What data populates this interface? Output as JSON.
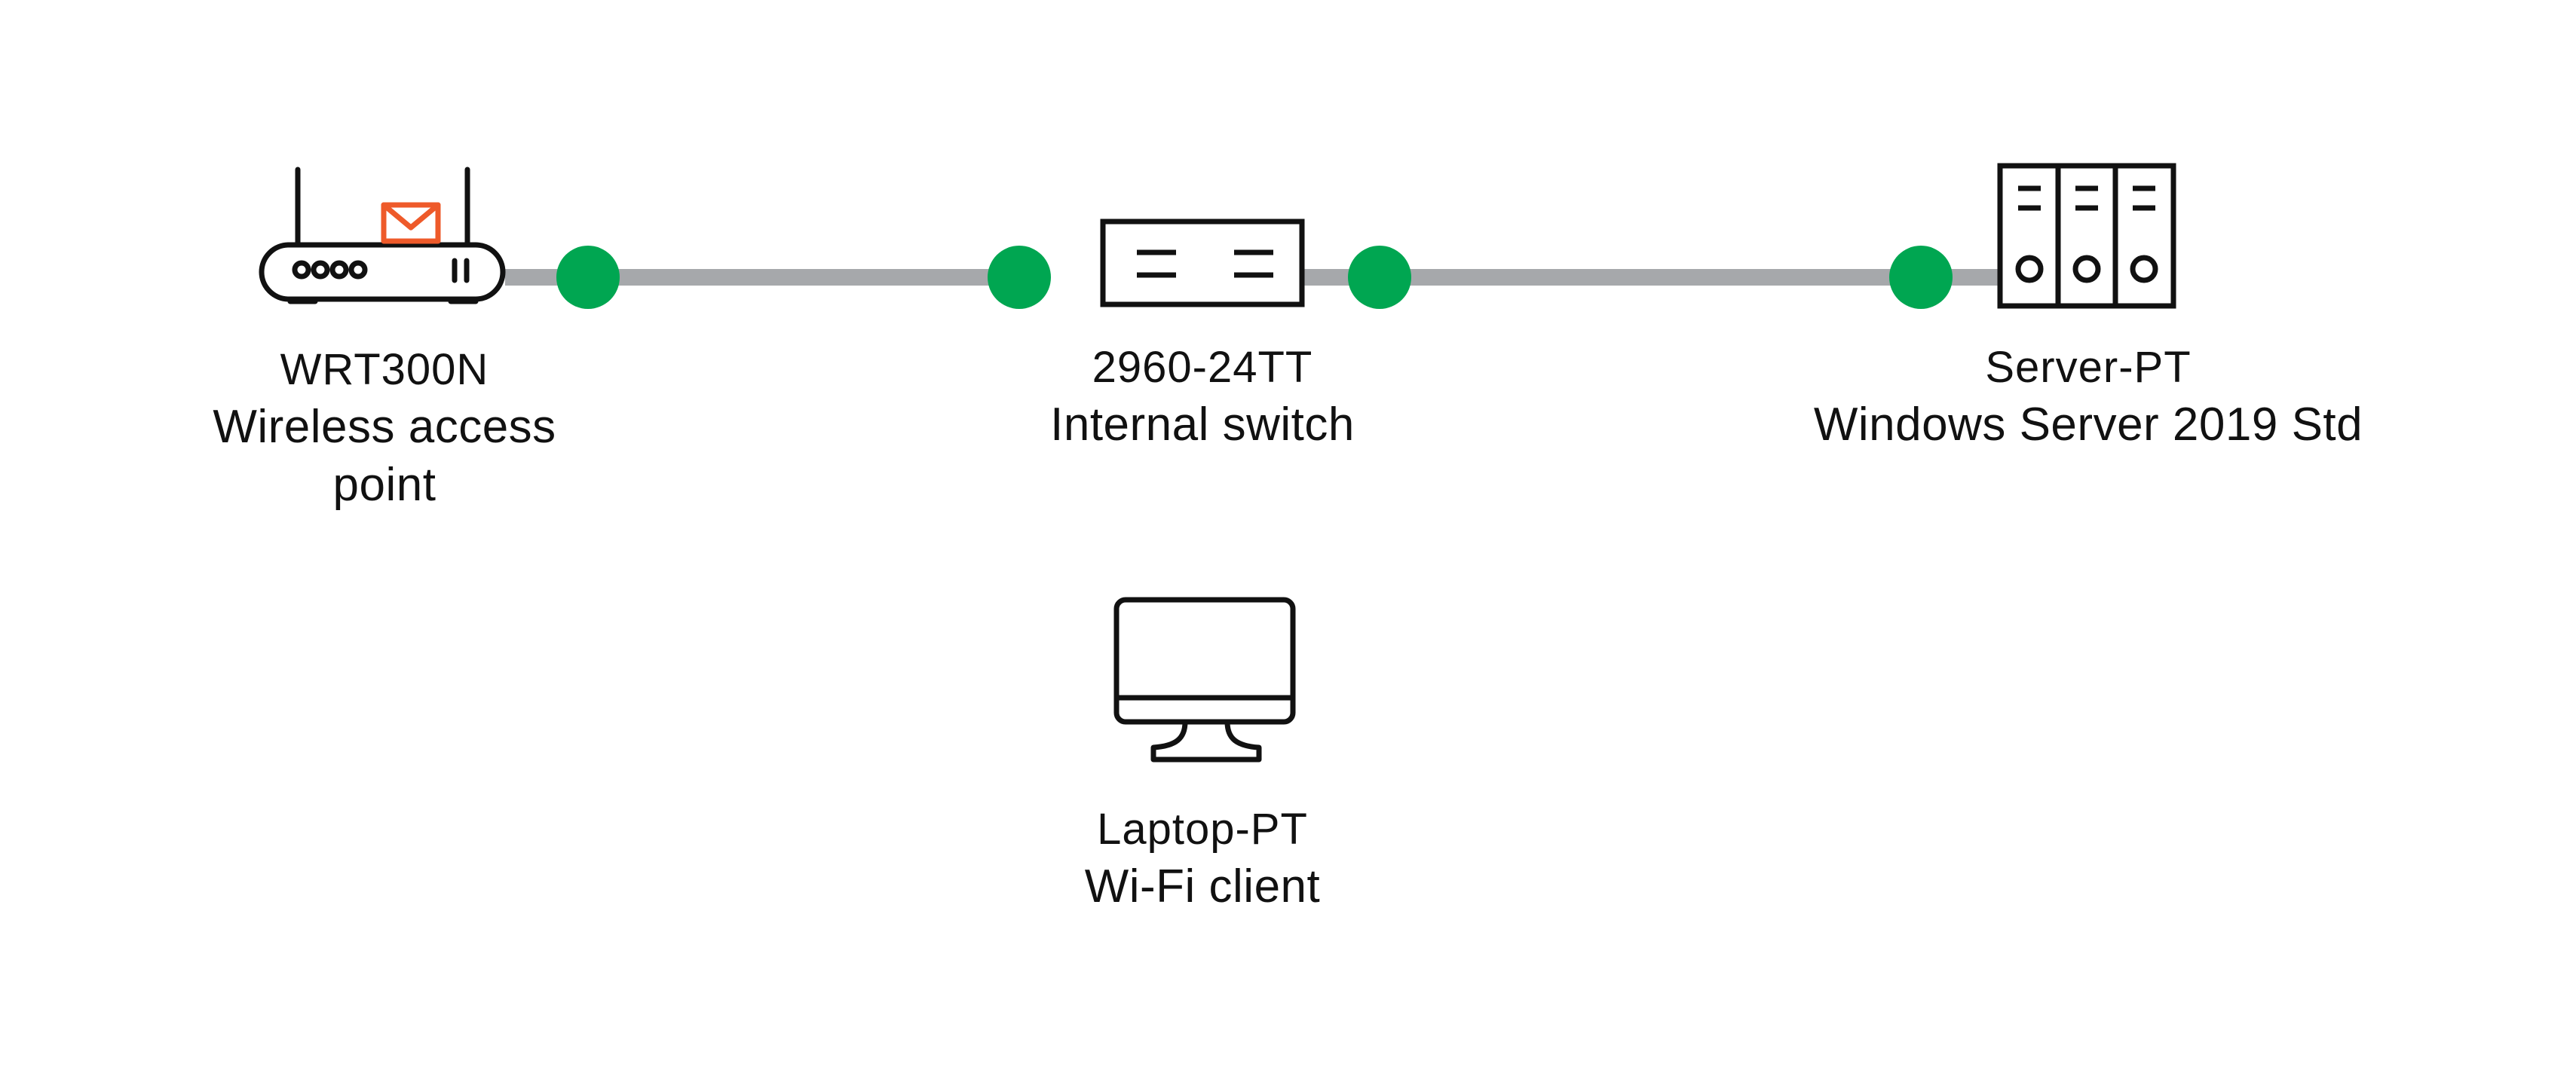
{
  "colors": {
    "link": "#a6a8ab",
    "port": "#00a651",
    "device_stroke": "#111111",
    "accent": "#ee5a2a",
    "background": "#ffffff"
  },
  "nodes": [
    {
      "id": "router",
      "icon": "wireless-router-icon",
      "model": "WRT300N",
      "role": "Wireless access point"
    },
    {
      "id": "switch",
      "icon": "network-switch-icon",
      "model": "2960-24TT",
      "role": "Internal switch"
    },
    {
      "id": "server",
      "icon": "server-rack-icon",
      "model": "Server-PT",
      "role": "Windows Server 2019 Std"
    },
    {
      "id": "laptop",
      "icon": "desktop-monitor-icon",
      "model": "Laptop-PT",
      "role": "Wi-Fi client"
    }
  ],
  "links": [
    {
      "from": "router",
      "to": "switch"
    },
    {
      "from": "switch",
      "to": "server"
    }
  ]
}
